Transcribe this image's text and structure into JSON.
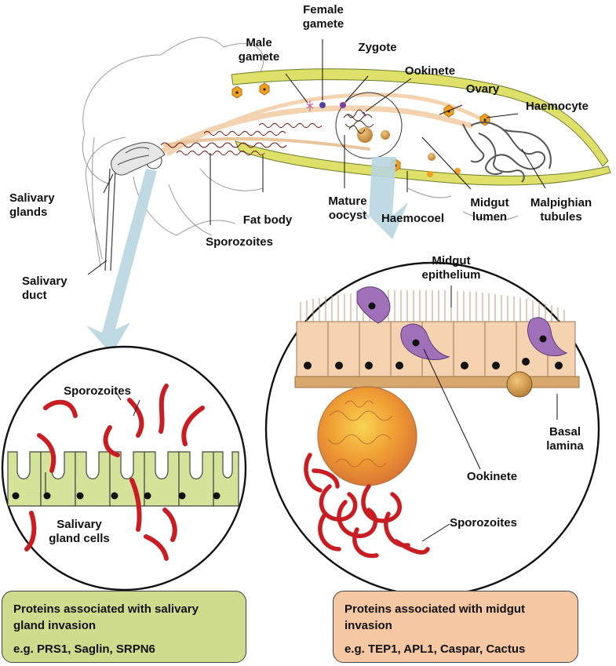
{
  "labels": {
    "female_gamete": "Female\ngamete",
    "male_gamete": "Male\ngamete",
    "zygote": "Zygote",
    "ookinete_top": "Ookinete",
    "ovary": "Ovary",
    "haemocyte": "Haemocyte",
    "salivary_glands": "Salivary\nglands",
    "fat_body": "Fat body",
    "sporozoites_top": "Sporozoites",
    "mature_oocyst": "Mature\noocyst",
    "haemocoel": "Haemocoel",
    "midgut_lumen": "Midgut\nlumen",
    "malpighian_tubules": "Malpighian\ntubules",
    "salivary_duct": "Salivary\nduct",
    "midgut_epithelium": "Midgut\nepithelium",
    "basal_lamina": "Basal\nlamina",
    "ookinete_inset": "Ookinete",
    "sporozoites_left_inset": "Sporozoites",
    "salivary_gland_cells": "Salivary\ngland cells",
    "sporozoites_right_inset": "Sporozoites"
  },
  "boxes": {
    "salivary": {
      "heading": "Proteins associated with salivary\ngland invasion",
      "examples": "e.g. PRS1, Saglin, SRPN6",
      "color": "#cfdc8e"
    },
    "midgut": {
      "heading": "Proteins associated with midgut\ninvasion",
      "examples": "e.g. TEP1, APL1, Caspar, Cactus",
      "color": "#f5c7a2"
    }
  },
  "colors": {
    "gut_wall": "#f3d3b0",
    "fat_body": "#d9df6a",
    "gland_cell": "#d5e39a",
    "epithelium_cell": "#f6d3b0",
    "basal_lamina": "#d9a86e",
    "haemocyte": "#f0a020",
    "sporozoite": "#c81e23",
    "oocyst": "#f0a535",
    "purple_cell": "#a070b8",
    "arrow": "#b8d6df"
  }
}
